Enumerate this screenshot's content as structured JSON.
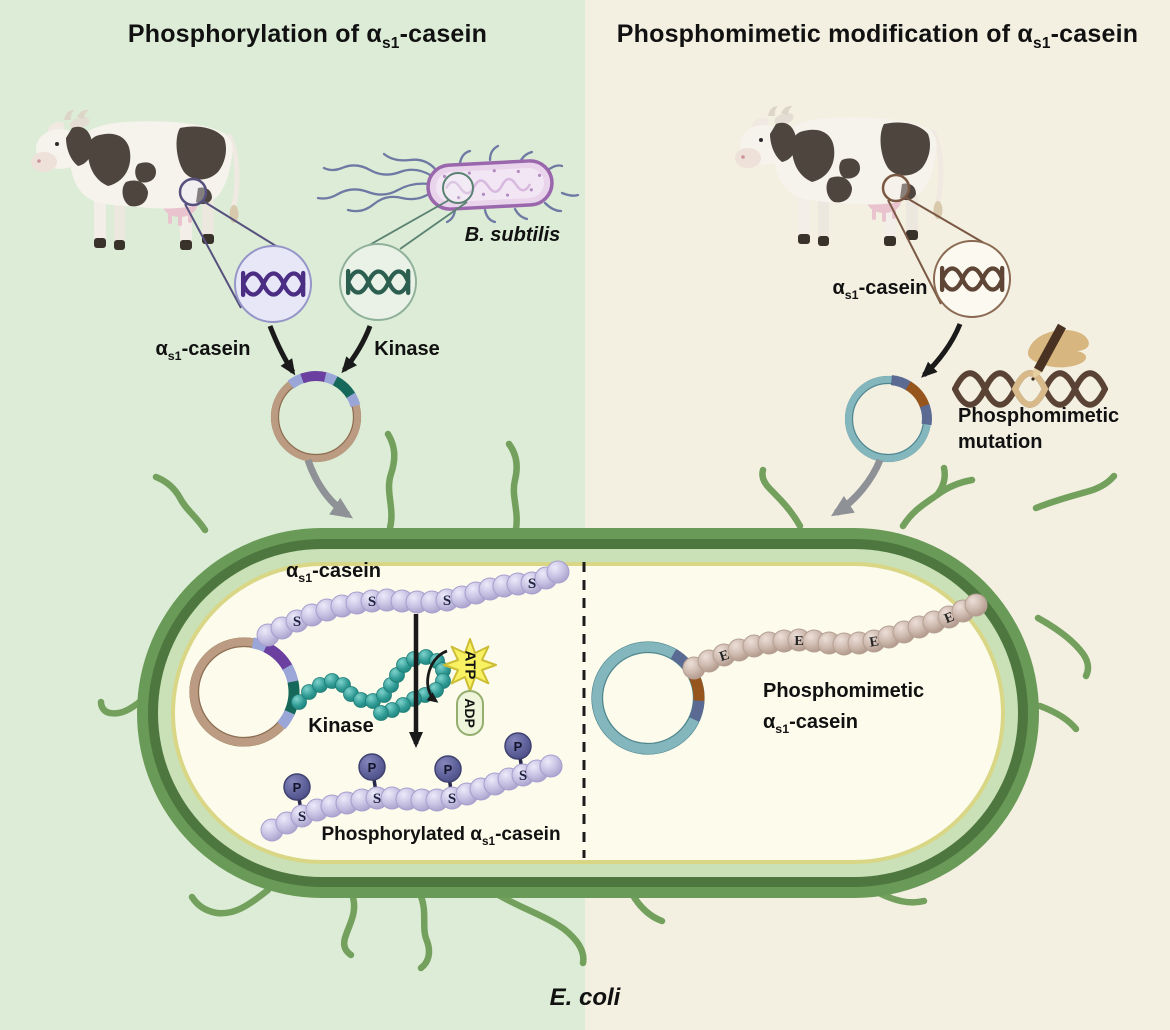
{
  "titles": {
    "left": {
      "pre": "Phosphorylation of α",
      "sub": "s1",
      "post": "-casein"
    },
    "right": {
      "pre": "Phosphomimetic modification of α",
      "sub": "s1",
      "post": "-casein"
    }
  },
  "left_panel": {
    "source_gene": {
      "pre": "α",
      "sub": "s1",
      "post": "-casein"
    },
    "kinase_gene_label": "Kinase",
    "bacterium_label": "B. subtilis"
  },
  "right_panel": {
    "source_gene": {
      "pre": "α",
      "sub": "s1",
      "post": "-casein"
    },
    "mutation_line1": "Phosphomimetic",
    "mutation_line2": "mutation"
  },
  "cell": {
    "organism_label": "E. coli",
    "left": {
      "substrate": {
        "pre": "α",
        "sub": "s1",
        "post": "-casein"
      },
      "kinase_label": "Kinase",
      "atp": "ATP",
      "adp": "ADP",
      "product": {
        "pre": "Phosphorylated α",
        "sub": "s1",
        "post": "-casein"
      },
      "serine_residue": "S",
      "phosphate_group": "P"
    },
    "right": {
      "product_line1": "Phosphomimetic",
      "product_line2": {
        "pre": "α",
        "sub": "s1",
        "post": "-casein"
      },
      "glutamate_residue": "E"
    }
  },
  "colors": {
    "left_bg": "#dcecd6",
    "right_bg": "#f3f0e2",
    "membrane_outer": "#6a9a57",
    "membrane_dark": "#4d773f",
    "membrane_inner": "#cae0b6",
    "membrane_ring": "#d9d786",
    "cytoplasm": "#fcfbec",
    "flagella": "#73a15d",
    "plasmid_backbone_left": "#bb9c82",
    "plasmid_backbone_right": "#84b6bd",
    "insert_casein": "#6b3fa0",
    "insert_kinase": "#16685a",
    "insert_linker": "#9aa6d8",
    "insert_mutant": "#96551d",
    "insert_flank": "#5a6a93",
    "casein_bead": "#c6c0e2",
    "kinase_bead": "#2f9a94",
    "mutant_bead": "#ccb7ac",
    "phosphate_fill": "#5f619b",
    "atp_fill": "#f8f263",
    "adp_fill": "#eff5da",
    "bacterium_fill": "#e9d4ec",
    "bacterium_stroke": "#9a67ad",
    "dna_casein_left": "#4b2e83",
    "dna_kinase": "#2d5f50",
    "dna_casein_right": "#5e4536",
    "arrow_black": "#1a1a1a",
    "arrow_gray": "#8e9195"
  }
}
